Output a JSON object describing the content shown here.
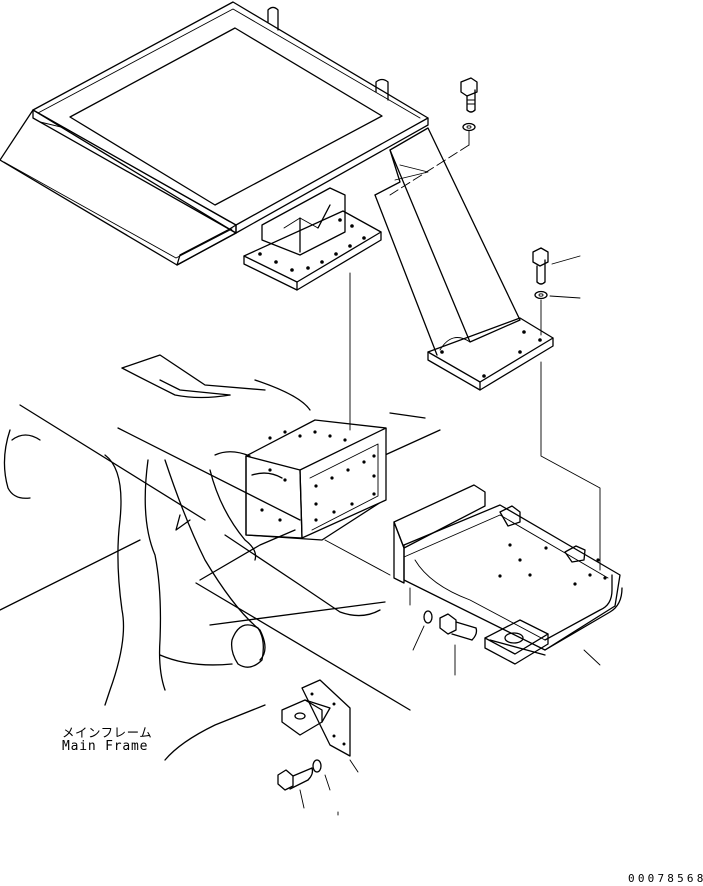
{
  "labels": {
    "main_frame_jp": "メインフレーム",
    "main_frame_en": "Main Frame"
  },
  "drawing_number": "00078568",
  "colors": {
    "line": "#000000",
    "background": "#ffffff"
  }
}
